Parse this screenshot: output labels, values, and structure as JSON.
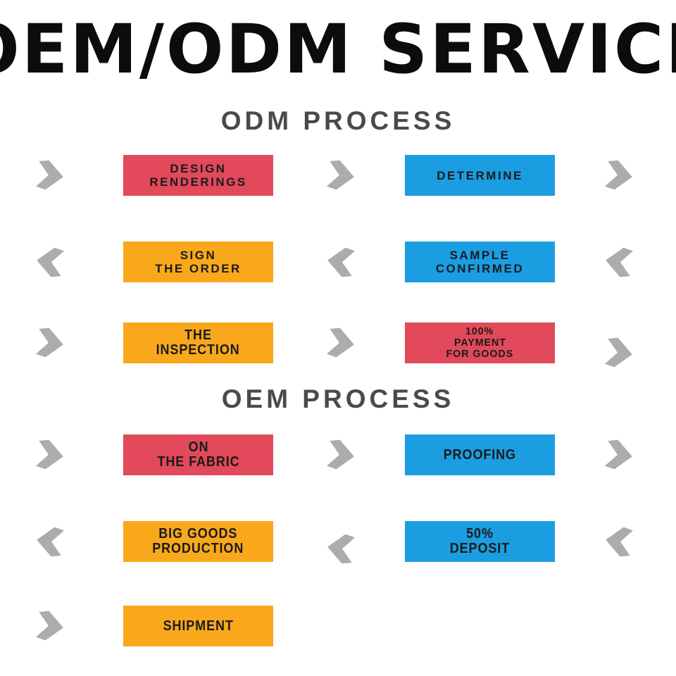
{
  "title": "OEM/ODM SERVICE",
  "colors": {
    "red": "#e2495a",
    "blue": "#1b9de2",
    "orange": "#f9a81c",
    "chevron": "#acacac",
    "heading": "#4a4a4a",
    "box_text": "#1b1b1b",
    "background": "#ffffff"
  },
  "sections": {
    "odm": {
      "heading": "ODM PROCESS"
    },
    "oem": {
      "heading": "OEM PROCESS"
    }
  },
  "rows": [
    {
      "dir": "right",
      "left": {
        "color": "red",
        "lines": [
          "DESIGN",
          "RENDERINGS"
        ]
      },
      "right": {
        "color": "blue",
        "lines": [
          "DETERMINE"
        ]
      }
    },
    {
      "dir": "left",
      "left": {
        "color": "orange",
        "lines": [
          "SIGN",
          "THE ORDER"
        ]
      },
      "right": {
        "color": "blue",
        "lines": [
          "SAMPLE",
          "CONFIRMED"
        ]
      }
    },
    {
      "dir": "right",
      "left": {
        "color": "orange",
        "lines": [
          "THE",
          "INSPECTION"
        ]
      },
      "right": {
        "color": "red",
        "lines": [
          "100%",
          "PAYMENT",
          "FOR GOODS"
        ]
      }
    },
    {
      "dir": "right",
      "left": {
        "color": "red",
        "lines": [
          "ON",
          "THE FABRIC"
        ]
      },
      "right": {
        "color": "blue",
        "lines": [
          "PROOFING"
        ]
      }
    },
    {
      "dir": "left",
      "left": {
        "color": "orange",
        "lines": [
          "BIG GOODS",
          "PRODUCTION"
        ]
      },
      "right": {
        "color": "blue",
        "lines": [
          "50%",
          "DEPOSIT"
        ]
      }
    },
    {
      "dir": "right",
      "left": {
        "color": "orange",
        "lines": [
          "SHIPMENT"
        ]
      }
    }
  ]
}
